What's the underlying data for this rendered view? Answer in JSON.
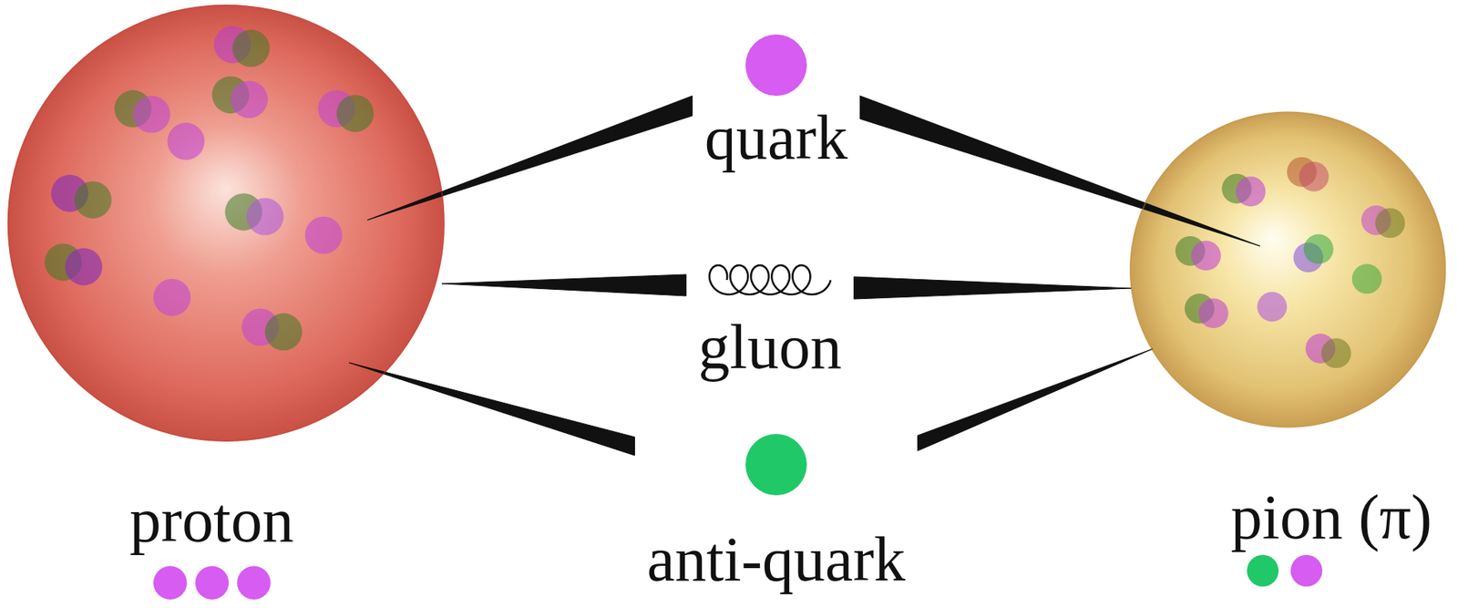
{
  "diagram": {
    "nodes": [
      {
        "text": [
          "proton"
        ]
      },
      {
        "text": [
          "quark"
        ]
      },
      {
        "text": [
          "gluon"
        ]
      },
      {
        "text": [
          "anti-quark"
        ]
      },
      {
        "text": [
          "pion (π)"
        ]
      }
    ],
    "edges": [
      {
        "from": 0,
        "to": 1,
        "arrow": "none"
      },
      {
        "from": 0,
        "to": 2,
        "arrow": "none"
      },
      {
        "from": 0,
        "to": 3,
        "arrow": "none"
      },
      {
        "from": 4,
        "to": 1,
        "arrow": "none"
      },
      {
        "from": 4,
        "to": 2,
        "arrow": "none"
      },
      {
        "from": 4,
        "to": 3,
        "arrow": "none"
      }
    ]
  }
}
